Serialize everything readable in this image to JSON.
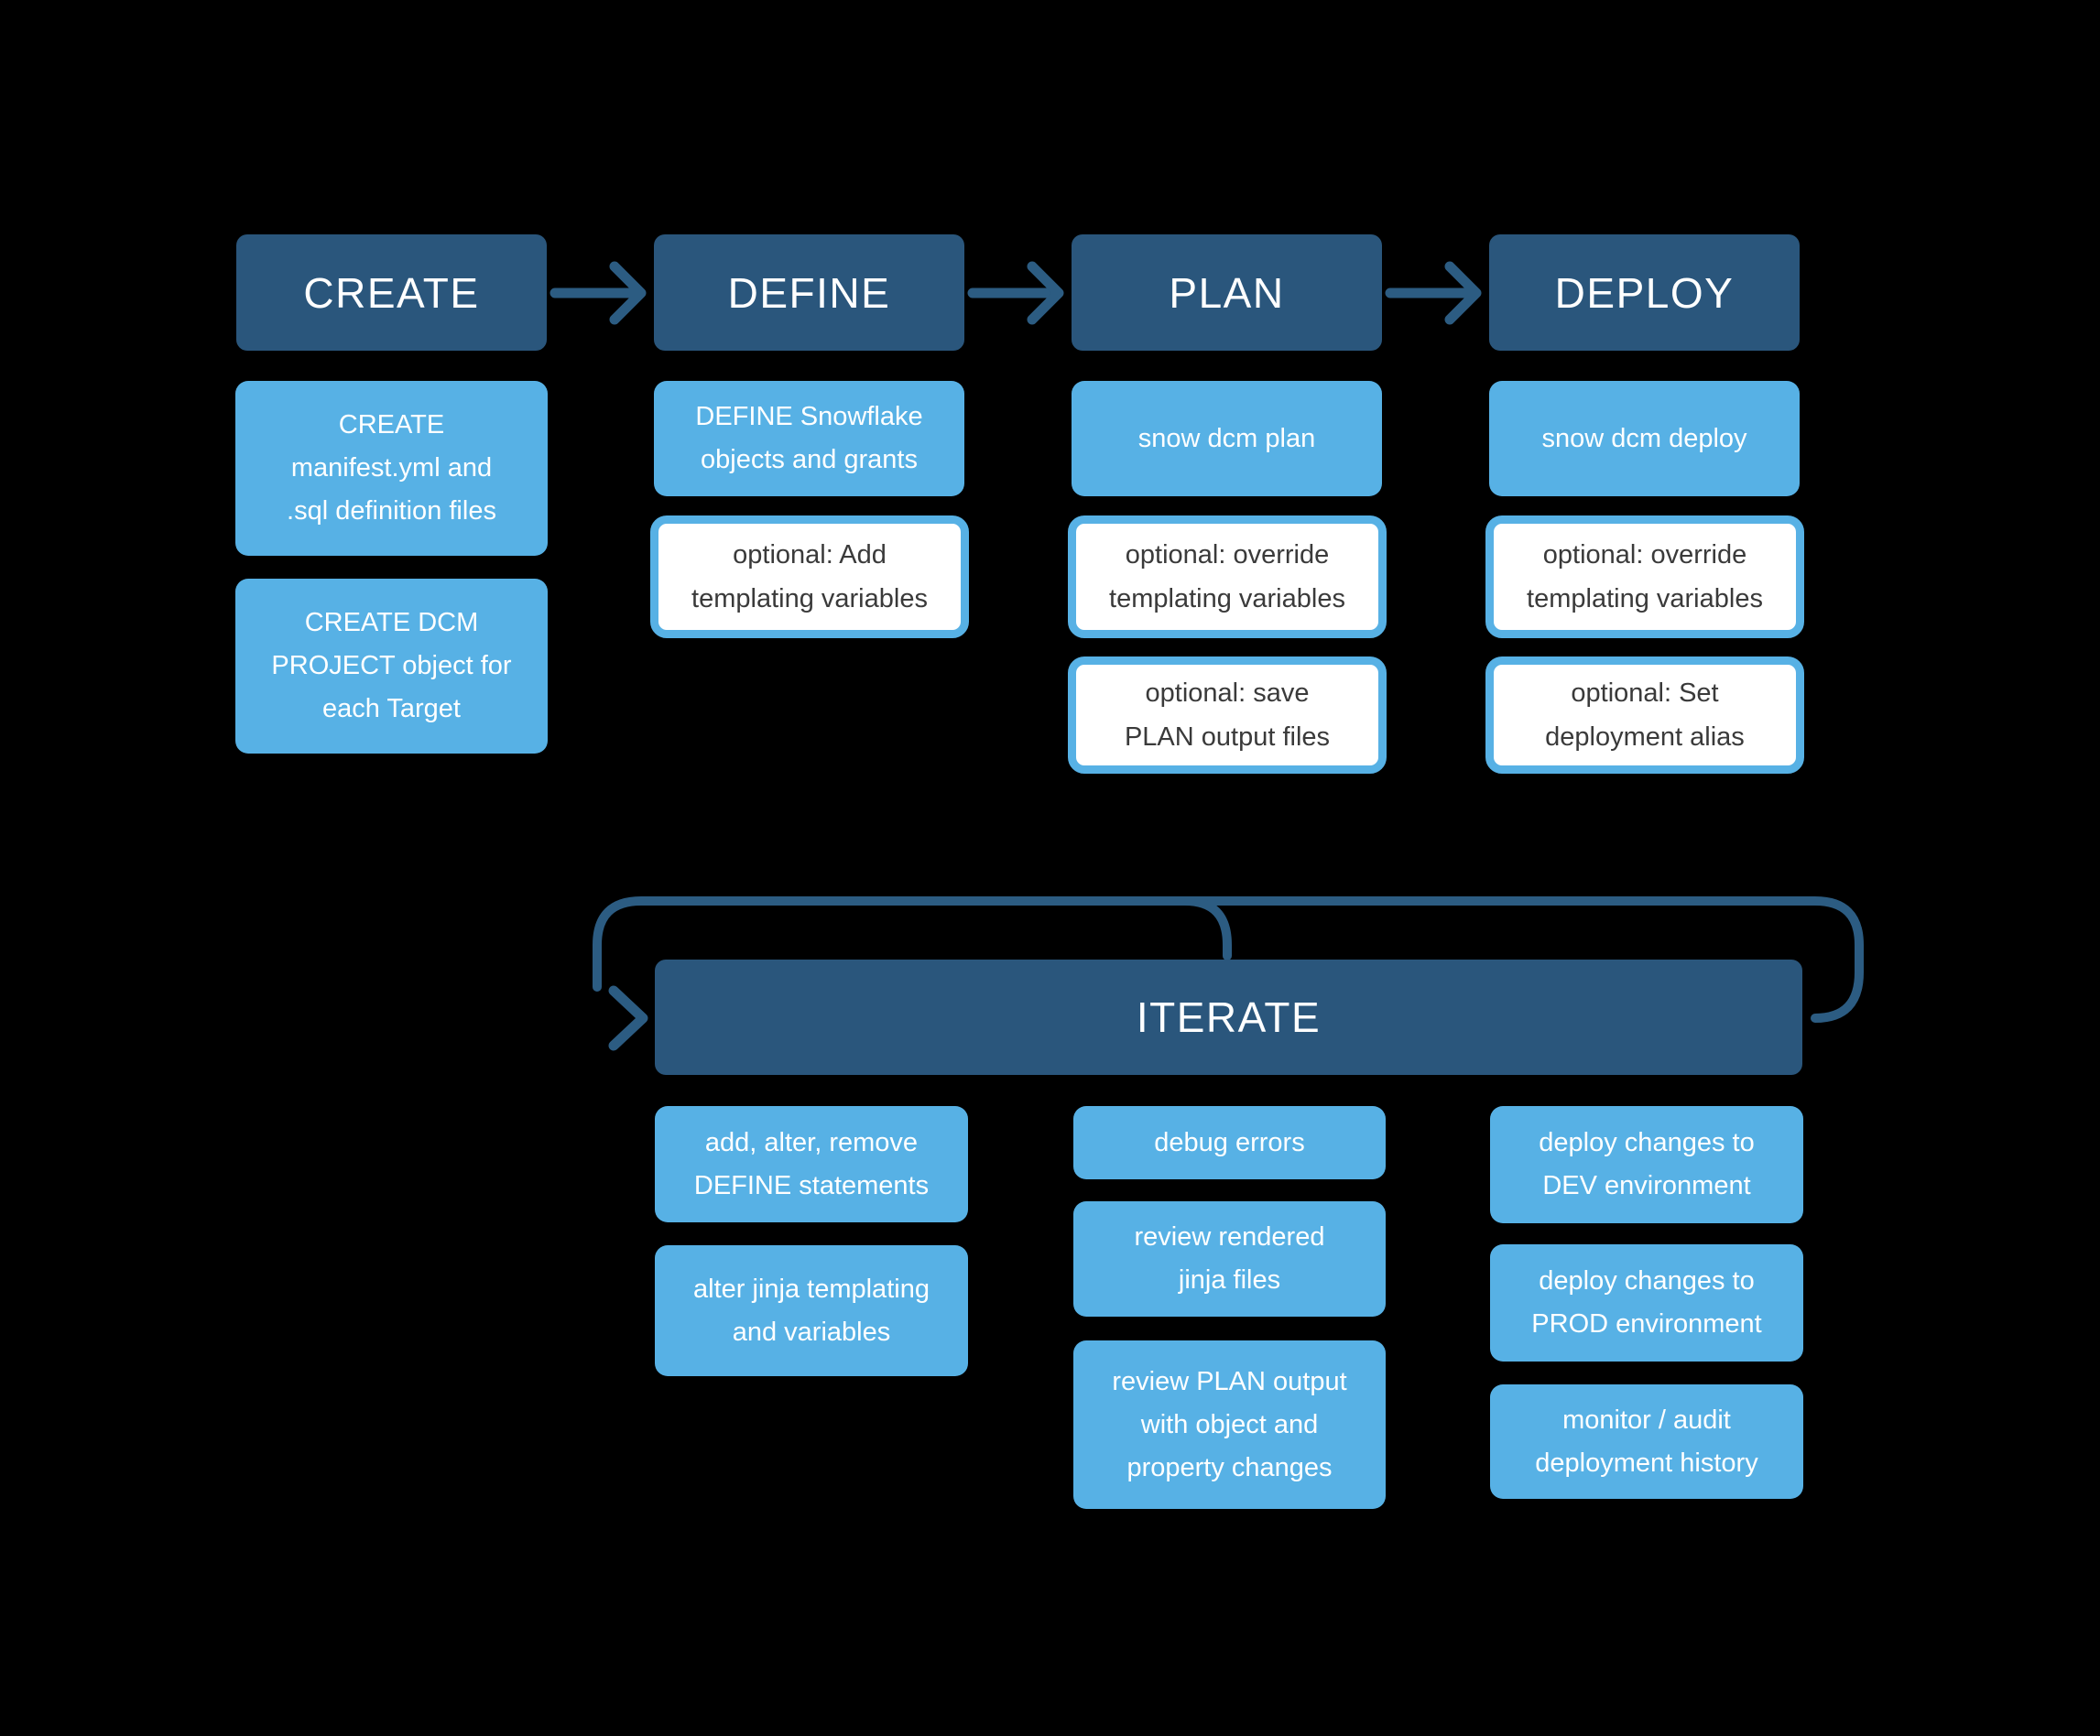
{
  "colors": {
    "navy": "#2A567C",
    "sky": "#57B1E5",
    "arrow": "#2C5C82",
    "text_dark": "#3A3A3A",
    "bg": "#000000"
  },
  "stages": [
    {
      "title": "CREATE",
      "steps": [
        {
          "type": "solid",
          "label": "CREATE\nmanifest.yml and\n.sql definition files"
        },
        {
          "type": "solid",
          "label": "CREATE DCM\nPROJECT object for\neach Target"
        }
      ]
    },
    {
      "title": "DEFINE",
      "steps": [
        {
          "type": "solid",
          "label": "DEFINE Snowflake\nobjects and grants"
        },
        {
          "type": "optional",
          "label": "optional: Add\ntemplating variables"
        }
      ]
    },
    {
      "title": "PLAN",
      "steps": [
        {
          "type": "solid",
          "label": "snow dcm plan"
        },
        {
          "type": "optional",
          "label": "optional: override\ntemplating variables"
        },
        {
          "type": "optional",
          "label": "optional: save\nPLAN output files"
        }
      ]
    },
    {
      "title": "DEPLOY",
      "steps": [
        {
          "type": "solid",
          "label": "snow dcm deploy"
        },
        {
          "type": "optional",
          "label": "optional: override\ntemplating variables"
        },
        {
          "type": "optional",
          "label": "optional: Set\ndeployment alias"
        }
      ]
    }
  ],
  "iterate": {
    "title": "ITERATE",
    "columns": [
      [
        {
          "label": "add, alter, remove\nDEFINE statements"
        },
        {
          "label": "alter jinja templating\nand variables"
        }
      ],
      [
        {
          "label": "debug errors"
        },
        {
          "label": "review rendered\njinja files"
        },
        {
          "label": "review PLAN output\nwith object and\nproperty changes"
        }
      ],
      [
        {
          "label": "deploy changes to\nDEV environment"
        },
        {
          "label": "deploy changes to\nPROD environment"
        },
        {
          "label": "monitor / audit\ndeployment history"
        }
      ]
    ]
  }
}
